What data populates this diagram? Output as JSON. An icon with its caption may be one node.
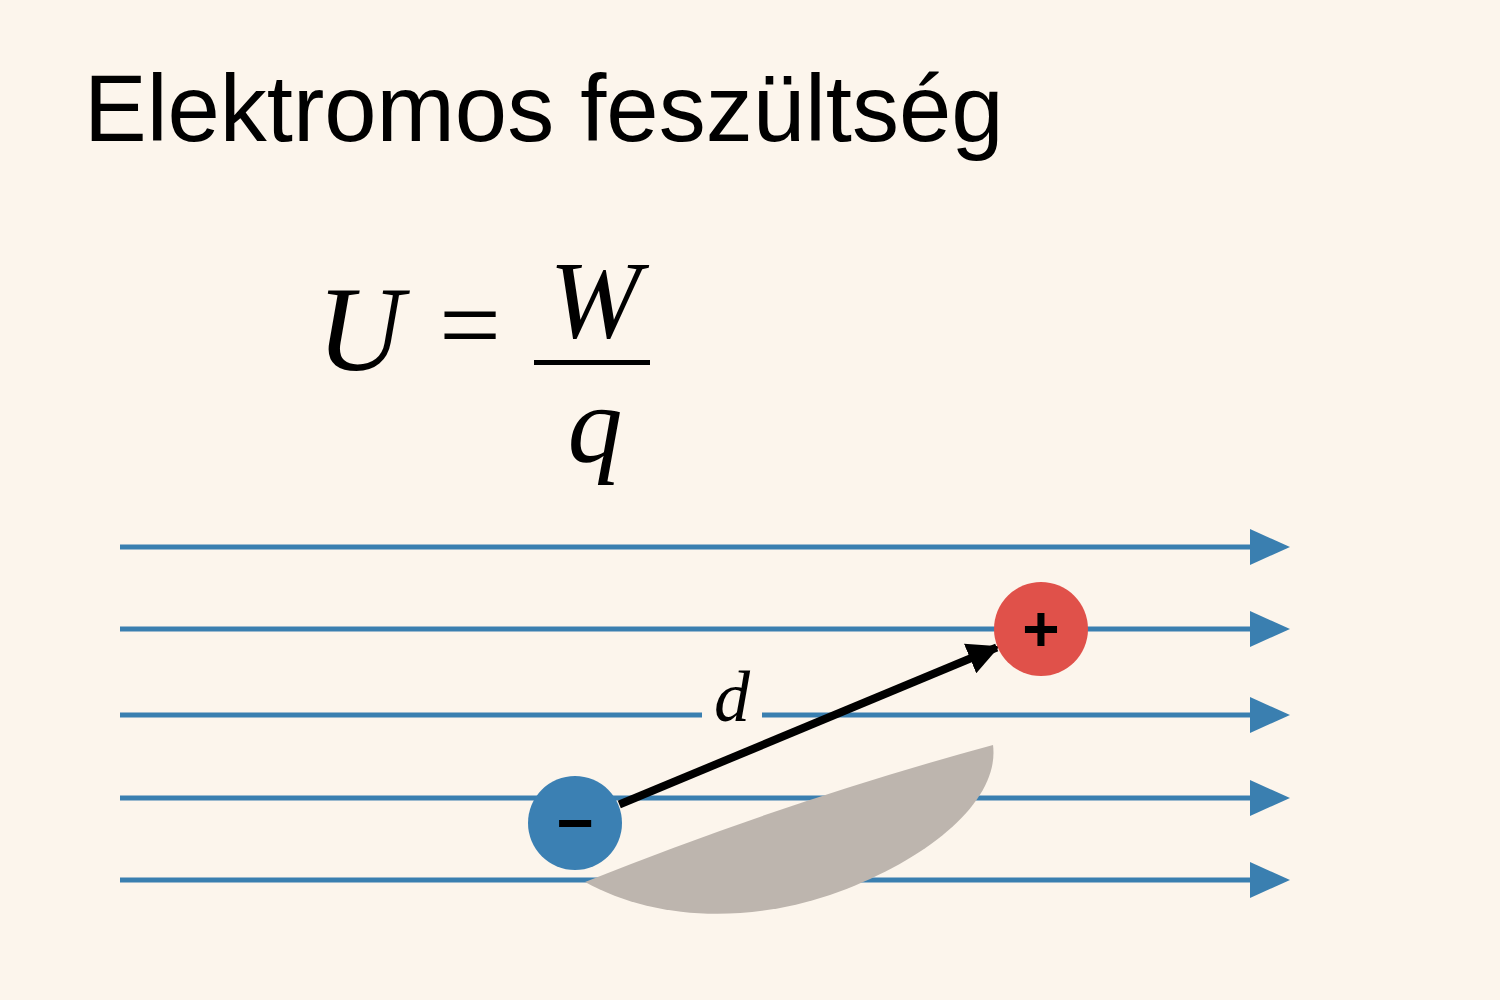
{
  "diagram": {
    "title": "Elektromos feszültség",
    "nodes": [
      {
        "text": [
          "−"
        ]
      },
      {
        "text": [
          "+"
        ]
      },
      {
        "text": [],
        "shape": "lens"
      }
    ],
    "edges": [
      {
        "from": 0,
        "to": 1,
        "arrow": "to",
        "label": "d"
      }
    ],
    "labels": [
      "U",
      "=",
      "W",
      "q"
    ]
  }
}
